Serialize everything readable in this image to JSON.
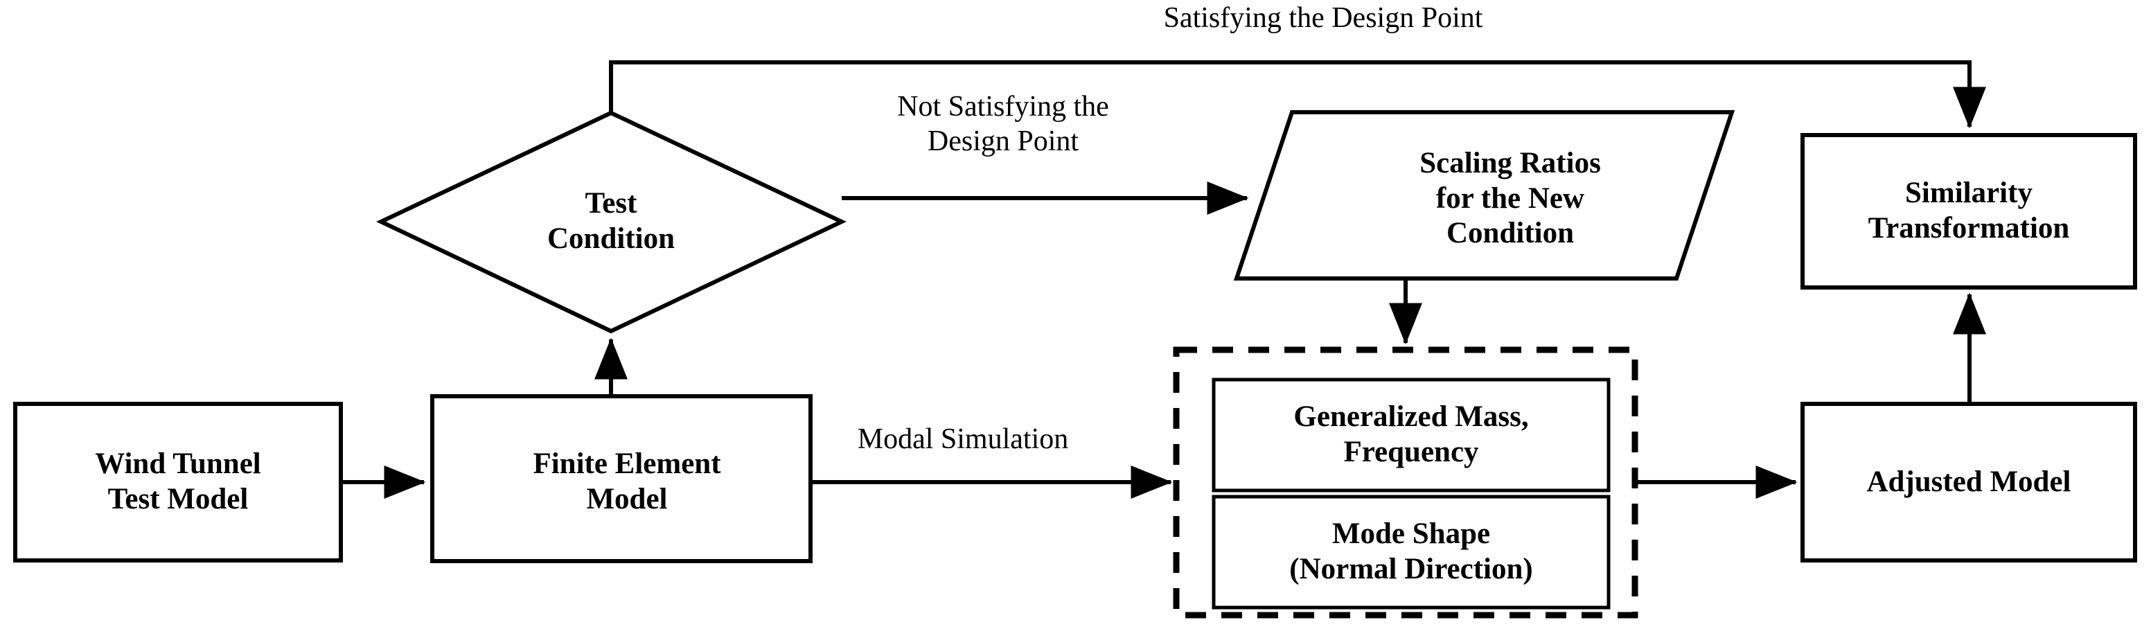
{
  "diagram": {
    "type": "flowchart",
    "title": "Wind tunnel model similarity transformation process",
    "background_color": "#ffffff",
    "line_color": "#000000",
    "text_color": "#000000"
  },
  "nodes": {
    "wind_tunnel_test_model": {
      "label": "Wind Tunnel\nTest Model",
      "shape": "rectangle"
    },
    "finite_element_model": {
      "label": "Finite Element\nModel",
      "shape": "rectangle"
    },
    "test_condition": {
      "label": "Test\nCondition",
      "shape": "diamond"
    },
    "scaling_ratios": {
      "label": "Scaling Ratios\nfor the New\nCondition",
      "shape": "parallelogram"
    },
    "similarity_transformation": {
      "label": "Similarity\nTransformation",
      "shape": "rectangle"
    },
    "adjusted_model": {
      "label": "Adjusted Model",
      "shape": "rectangle"
    },
    "modal_results_group": {
      "label": "",
      "shape": "dashed-group"
    },
    "generalized_mass": {
      "label": "Generalized Mass,\nFrequency",
      "shape": "rectangle"
    },
    "mode_shape": {
      "label": "Mode Shape\n(Normal Direction)",
      "shape": "rectangle"
    }
  },
  "edge_labels": {
    "satisfying": "Satisfying the Design Point",
    "not_satisfying": "Not Satisfying the\nDesign Point",
    "modal_simulation": "Modal Simulation"
  }
}
